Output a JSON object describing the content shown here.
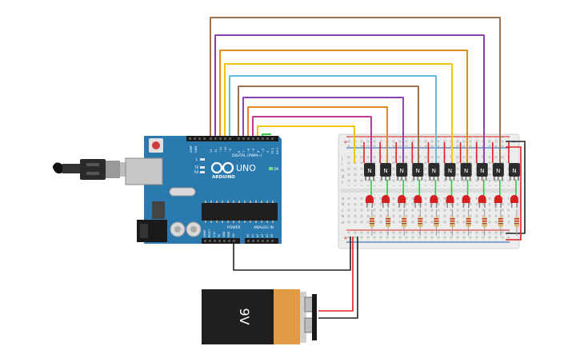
{
  "arduino": {
    "logo": "ARDUINO",
    "model": "UNO",
    "on_label": "ON",
    "tx_label": "TX",
    "rx_label": "RX",
    "l_label": "L",
    "aref_label": "AREF",
    "gnd_label": "GND",
    "digital_label": "DIGITAL (PWM~)",
    "power_label": "POWER",
    "analog_label": "ANALOG IN",
    "digital_pins": [
      "13",
      "12",
      "~11",
      "~10",
      "~9",
      "8",
      "7",
      "~6",
      "~5",
      "4",
      "~3",
      "2",
      "TX 1",
      "RX 0"
    ],
    "power_pins": [
      "IOREF",
      "RESET",
      "3.3V",
      "5V",
      "GND",
      "GND",
      "Vin"
    ],
    "analog_pins": [
      "A0",
      "A1",
      "A2",
      "A3",
      "A4",
      "A5"
    ]
  },
  "battery": {
    "label": "9V"
  },
  "breadboard": {
    "row_letters_top": [
      "j",
      "i",
      "h",
      "g",
      "f"
    ],
    "row_letters_bottom": [
      "e",
      "d",
      "c",
      "b",
      "a"
    ],
    "plus": "+",
    "minus": "-"
  },
  "transistors": {
    "count": 10,
    "label": "N"
  },
  "colors": {
    "wire_brown": "#a0704a",
    "wire_purple": "#8e44ad",
    "wire_orange": "#e08a1e",
    "wire_yellow": "#f1c40f",
    "wire_cyan": "#5bc0de",
    "wire_magenta": "#c0399d",
    "wire_red": "#e02020",
    "wire_black": "#222222",
    "wire_green": "#2ecc40",
    "board_teal": "#2a7ab0",
    "led_red": "#d81f1f"
  }
}
